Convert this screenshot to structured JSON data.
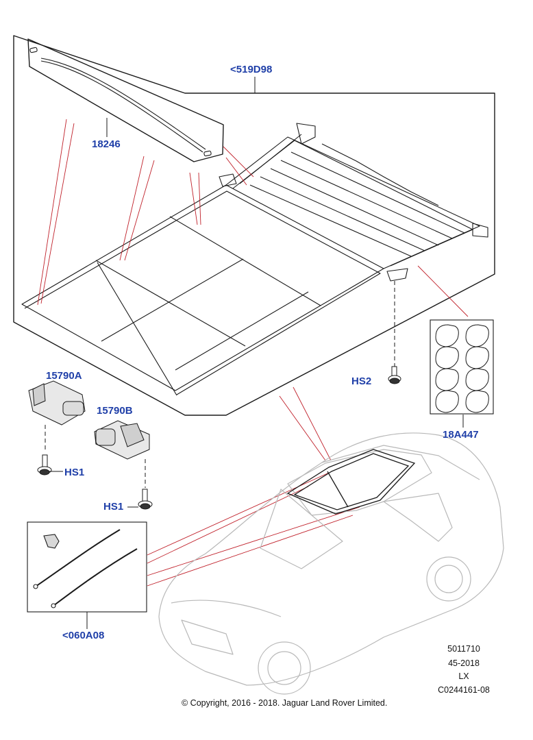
{
  "callouts": {
    "headliner_assembly": "<519D98",
    "seal_strip": "18246",
    "motor_a": "15790A",
    "motor_b": "15790B",
    "clips": "18A447",
    "bolt_hs2": "HS2",
    "bolt_hs1_a": "HS1",
    "bolt_hs1_b": "HS1",
    "drain_tubes": "<060A08"
  },
  "reference": {
    "line1": "5011710",
    "line2": "45-2018",
    "line3": "LX",
    "line4": "C0244161-08"
  },
  "copyright": "© Copyright, 2016 - 2018. Jaguar Land Rover Limited.",
  "colors": {
    "callout_blue": "#1f3fa8",
    "leader_red": "#c0202a",
    "line_black": "#1a1a1a"
  }
}
